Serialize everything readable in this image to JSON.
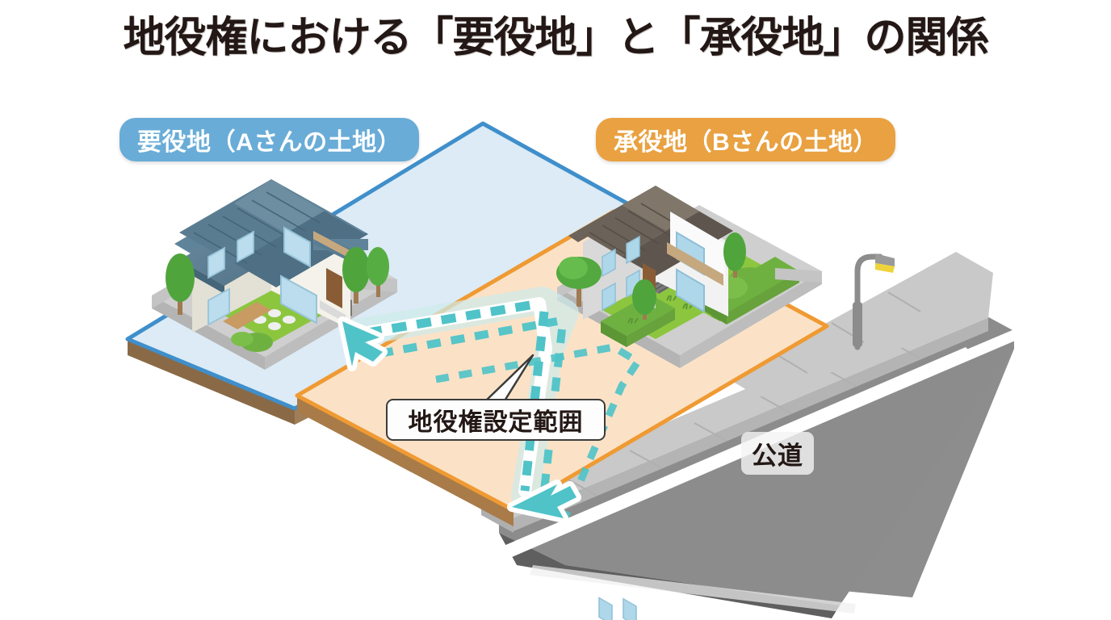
{
  "title": "地役権における「要役地」と「承役地」の関係",
  "badges": {
    "dominant": {
      "label": "要役地（Aさんの土地）",
      "color": "#69ACD7"
    },
    "servient": {
      "label": "承役地（Bさんの土地）",
      "color": "#E9A141"
    }
  },
  "labels": {
    "easement_range": "地役権設定範囲",
    "public_road": "公道"
  },
  "colors": {
    "dominant_fill": "#DCEBF5",
    "dominant_border": "#3F8FCB",
    "dominant_edge": "#8A6A46",
    "servient_fill": "#FBE2C6",
    "servient_border": "#EF9A33",
    "servient_edge": "#A87B48",
    "road_surface": "#8D8D8D",
    "road_edge": "#6E6E6E",
    "sidewalk": "#C9C9C9",
    "road_line": "#FFFFFF",
    "path_arrow": "#4FC3C8",
    "path_glow": "#FFFFFF",
    "path_band": "#CFEAEA",
    "lawn": "#8CC63F",
    "hedge": "#6FB141",
    "tree": "#4CAF50",
    "left_roof": "#5A7C91",
    "left_wall": "#EFEDE4",
    "right_roof": "#6B6259",
    "right_wall": "#EDEDED",
    "concrete": "#CFCFCF",
    "lamp_pole": "#8C8C8C",
    "lamp_light": "#EFD33A",
    "title_text": "#231815"
  },
  "scene": {
    "type": "isometric-diagram",
    "description": "Two isometric land parcels with houses beside a public road, showing an easement path",
    "elements": [
      "dominant-parcel-blue",
      "servient-parcel-orange",
      "left-house",
      "right-house",
      "public-road",
      "sidewalk",
      "street-lamp",
      "easement-path-arrows"
    ]
  }
}
